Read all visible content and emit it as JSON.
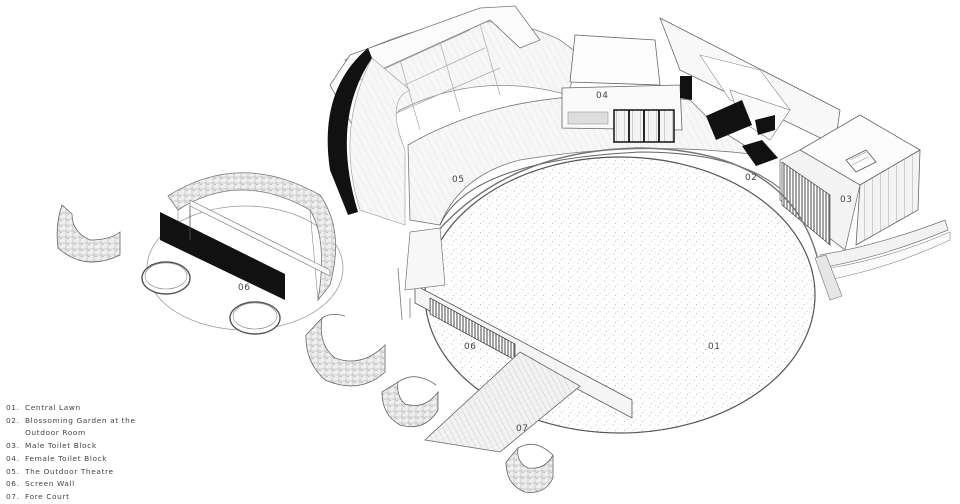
{
  "diagram": {
    "zone_labels": {
      "central_lawn": "01",
      "female_toilet": "02",
      "male_toilet": "03",
      "blossoming_garden": "04",
      "outdoor_theatre": "05",
      "screen_wall_left": "06",
      "screen_wall_right": "06",
      "fore_court": "07"
    }
  },
  "legend": [
    {
      "num": "01.",
      "text": "Central Lawn"
    },
    {
      "num": "02.",
      "text": "Blossoming Garden at the Outdoor Room"
    },
    {
      "num": "03.",
      "text": "Male Toilet Block"
    },
    {
      "num": "04.",
      "text": "Female Toilet Block"
    },
    {
      "num": "05.",
      "text": "The Outdoor Theatre"
    },
    {
      "num": "06.",
      "text": "Screen Wall"
    },
    {
      "num": "07.",
      "text": "Fore Court"
    }
  ]
}
